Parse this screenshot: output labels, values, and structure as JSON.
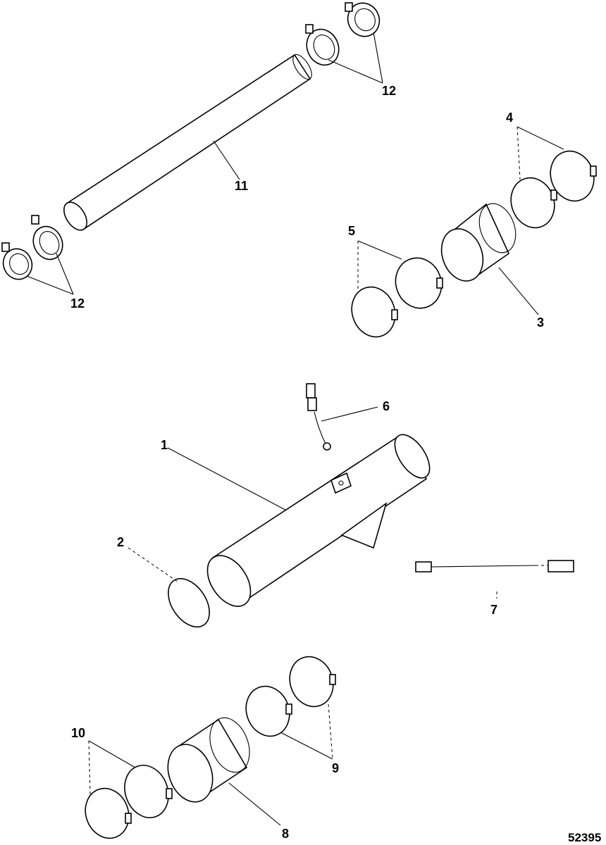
{
  "callouts": {
    "c1": "1",
    "c2": "2",
    "c3": "3",
    "c4": "4",
    "c5": "5",
    "c6": "6",
    "c7": "7",
    "c8": "8",
    "c9": "9",
    "c10": "10",
    "c11": "11",
    "c12_top": "12",
    "c12_left": "12"
  },
  "figure_number": "52395",
  "colors": {
    "ink": "#000000",
    "paper": "#ffffff"
  }
}
